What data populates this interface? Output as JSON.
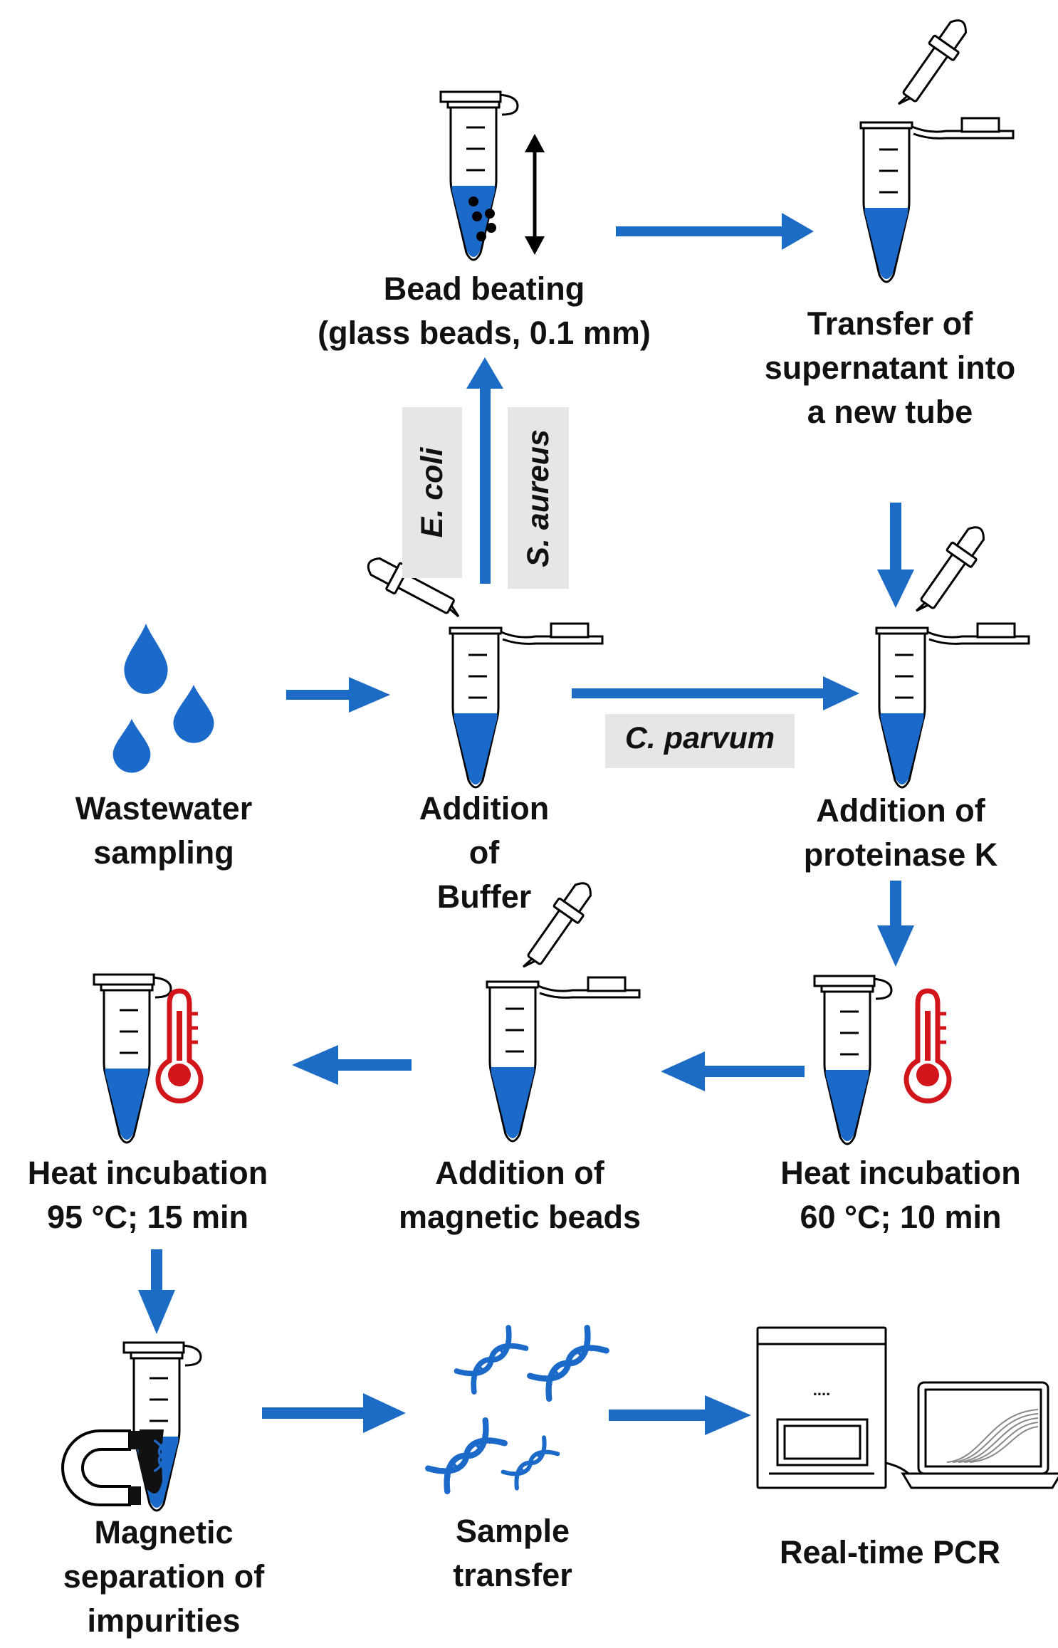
{
  "colors": {
    "liquid": "#1b69c8",
    "arrow": "#1c6cc6",
    "thermometer": "#d2141b",
    "tag_bg": "#e6e6e6",
    "text": "#111111"
  },
  "icons": [
    "tube-icon",
    "pipette-icon",
    "water-drop-icon",
    "thermometer-icon",
    "magnet-icon",
    "dna-icon",
    "pcr-machine-icon",
    "laptop-icon",
    "glass-bead-icon",
    "double-arrow-icon"
  ],
  "steps": {
    "bead_beating": {
      "line1": "Bead beating",
      "line2": "(glass beads, 0.1 mm)"
    },
    "transfer_supernatant": {
      "line1": "Transfer of",
      "line2": "supernatant into",
      "line3": "a new tube"
    },
    "wastewater": {
      "line1": "Wastewater",
      "line2": "sampling"
    },
    "addition_buffer": {
      "line1": "Addition",
      "line2": "of",
      "line3": "Buffer"
    },
    "addition_proteinase": {
      "line1": "Addition of",
      "line2": "proteinase K"
    },
    "heat_95": {
      "line1": "Heat incubation",
      "line2": "95 °C; 15 min"
    },
    "addition_magnetic": {
      "line1": "Addition of",
      "line2": "magnetic beads"
    },
    "heat_60": {
      "line1": "Heat incubation",
      "line2": "60 °C; 10 min"
    },
    "magnetic_separation": {
      "line1": "Magnetic",
      "line2": "separation of",
      "line3": "impurities"
    },
    "sample_transfer": {
      "line1": "Sample",
      "line2": "transfer"
    },
    "pcr": {
      "line1": "Real-time PCR"
    }
  },
  "organisms": {
    "ecoli": "E. coli",
    "saureus": "S. aureus",
    "cparvum": "C. parvum"
  },
  "pcr_screen": {
    "display": "...."
  }
}
